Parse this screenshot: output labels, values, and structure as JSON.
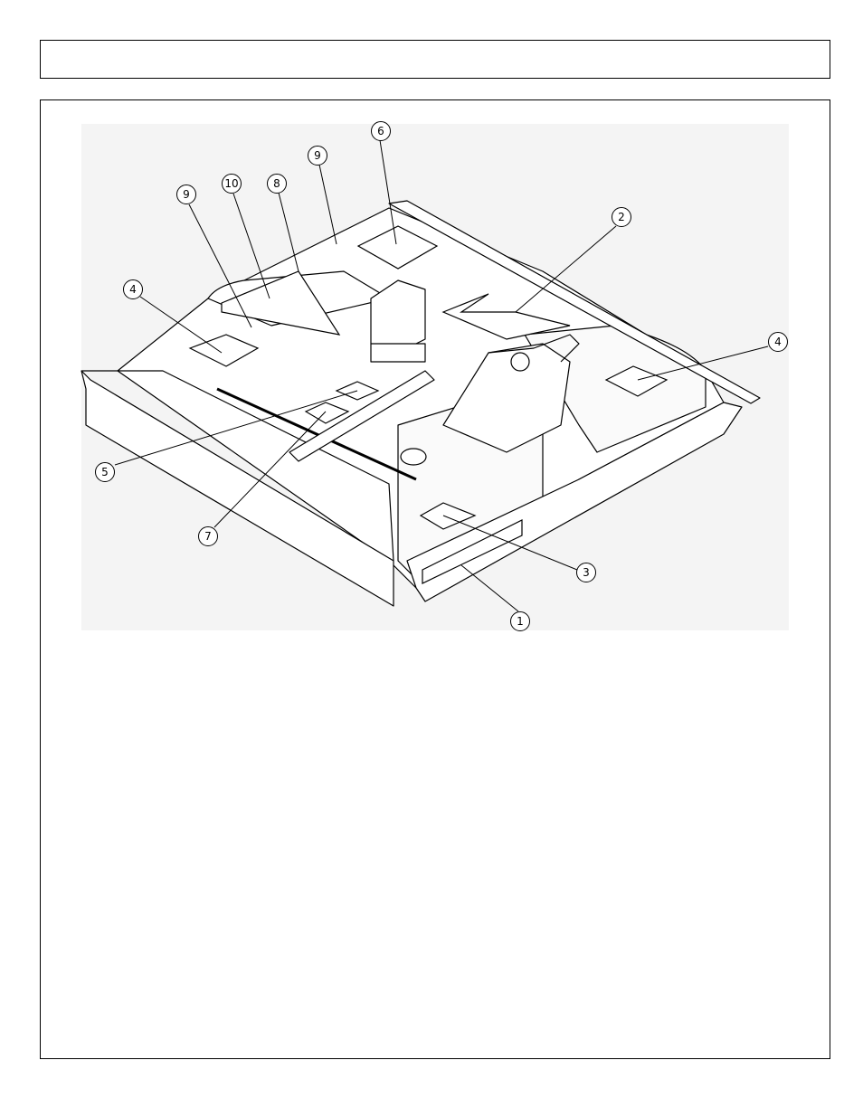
{
  "header": {
    "title": ""
  },
  "callouts": [
    {
      "number": "1"
    },
    {
      "number": "2"
    },
    {
      "number": "3"
    },
    {
      "number": "4"
    },
    {
      "number": "4"
    },
    {
      "number": "5"
    },
    {
      "number": "6"
    },
    {
      "number": "7"
    },
    {
      "number": "8"
    },
    {
      "number": "9"
    },
    {
      "number": "9"
    },
    {
      "number": "10"
    }
  ]
}
